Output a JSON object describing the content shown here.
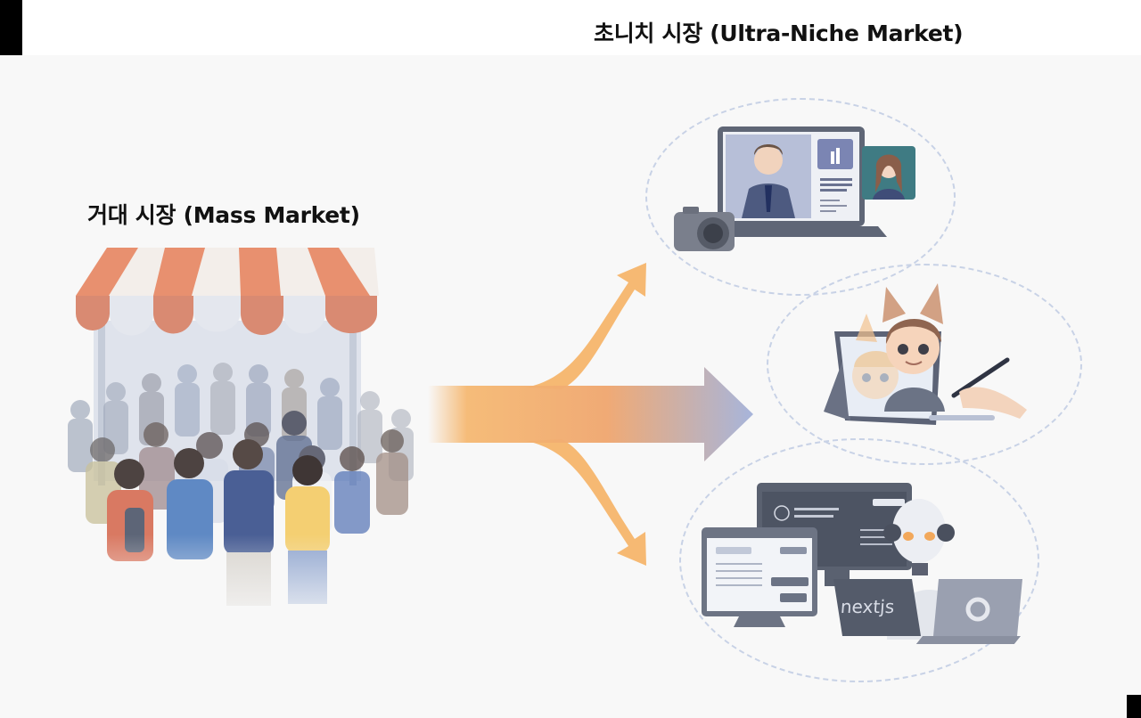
{
  "titles": {
    "niche": "초니치 시장 (Ultra-Niche Market)",
    "mass": "거대 시장 (Mass Market)"
  },
  "left_scene": {
    "awning_colors": [
      "#e4876a",
      "#f0f0f2"
    ],
    "crowd_description": "crowd of people walking toward a market stall"
  },
  "arrows": {
    "gradient_start": "#f5b56b",
    "gradient_end": "#a7b5db",
    "branches": [
      "up",
      "straight",
      "down"
    ]
  },
  "niches": [
    {
      "id": "video-consulting",
      "description": "laptop video call with businessman, camera, second participant"
    },
    {
      "id": "character-art",
      "description": "tablet drawing of fox-eared character with stylus"
    },
    {
      "id": "ai-web-dev",
      "description": "robot with headset coding on laptop",
      "laptop_label": "nextjs"
    }
  ],
  "colors": {
    "bubble_border": "#c8d2e6",
    "device_gray": "#6b7280",
    "background": "#f8f8f8"
  }
}
